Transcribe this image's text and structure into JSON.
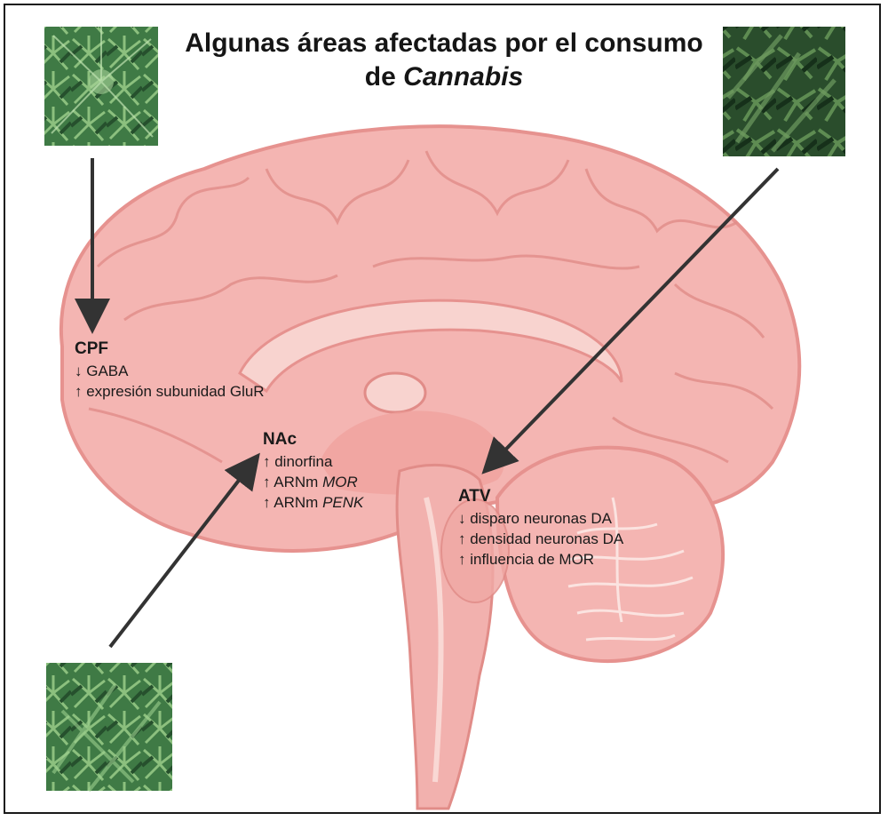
{
  "title": {
    "line1": "Algunas áreas afectadas por el consumo",
    "line2_prefix": "de ",
    "line2_italic": "Cannabis"
  },
  "regions": {
    "cpf": {
      "name": "CPF",
      "items": [
        "↓ GABA",
        "↑ expresión subunidad GluR"
      ]
    },
    "nac": {
      "name": "NAc",
      "item1": "↑ dinorfina",
      "item2_prefix": "↑ ARNm ",
      "item2_italic": "MOR",
      "item3_prefix": "↑ ARNm ",
      "item3_italic": "PENK"
    },
    "atv": {
      "name": "ATV",
      "items": [
        "↓ disparo neuronas DA",
        "↑ densidad neuronas DA",
        "↑ influencia de MOR"
      ]
    }
  },
  "colors": {
    "brain_fill": "#f4b5b2",
    "brain_stroke": "#e6928f",
    "arrow": "#333333",
    "leaf_dark": "#1f4a2a",
    "leaf_light": "#4e8a4a"
  },
  "icons": [
    "cannabis-photo",
    "brain-illustration",
    "arrow"
  ]
}
